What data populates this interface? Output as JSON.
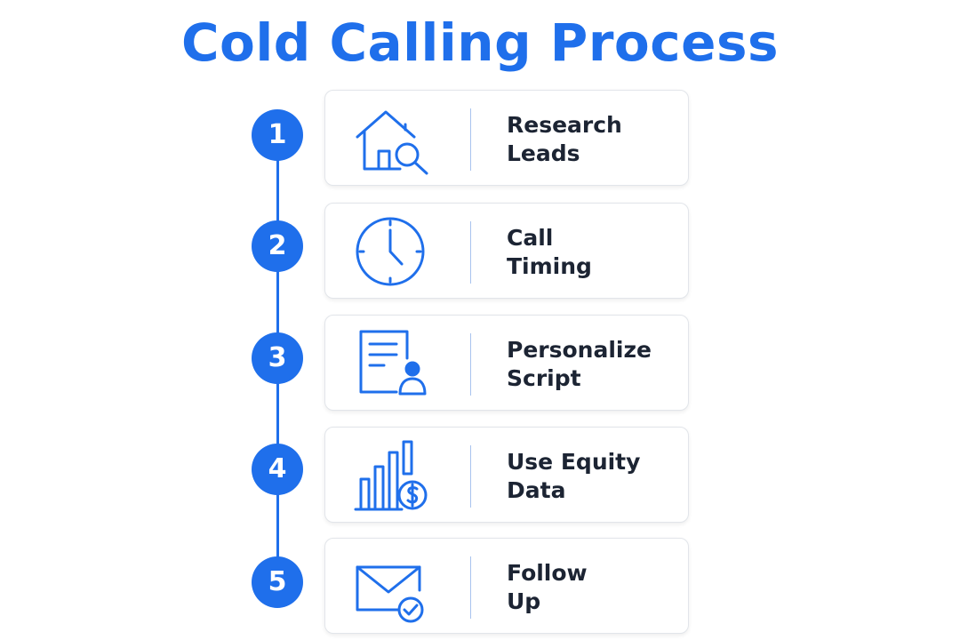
{
  "title": "Cold Calling Process",
  "colors": {
    "accent": "#1f6feb",
    "text": "#1c2433",
    "card_border": "#e2e5ea",
    "divider": "#a9c3ee"
  },
  "steps": [
    {
      "number": "1",
      "icon": "house-search-icon",
      "label_line1": "Research",
      "label_line2": "Leads"
    },
    {
      "number": "2",
      "icon": "clock-icon",
      "label_line1": "Call",
      "label_line2": "Timing"
    },
    {
      "number": "3",
      "icon": "document-person-icon",
      "label_line1": "Personalize",
      "label_line2": "Script"
    },
    {
      "number": "4",
      "icon": "bar-chart-dollar-icon",
      "label_line1": "Use Equity",
      "label_line2": "Data"
    },
    {
      "number": "5",
      "icon": "envelope-check-icon",
      "label_line1": "Follow",
      "label_line2": "Up"
    }
  ]
}
